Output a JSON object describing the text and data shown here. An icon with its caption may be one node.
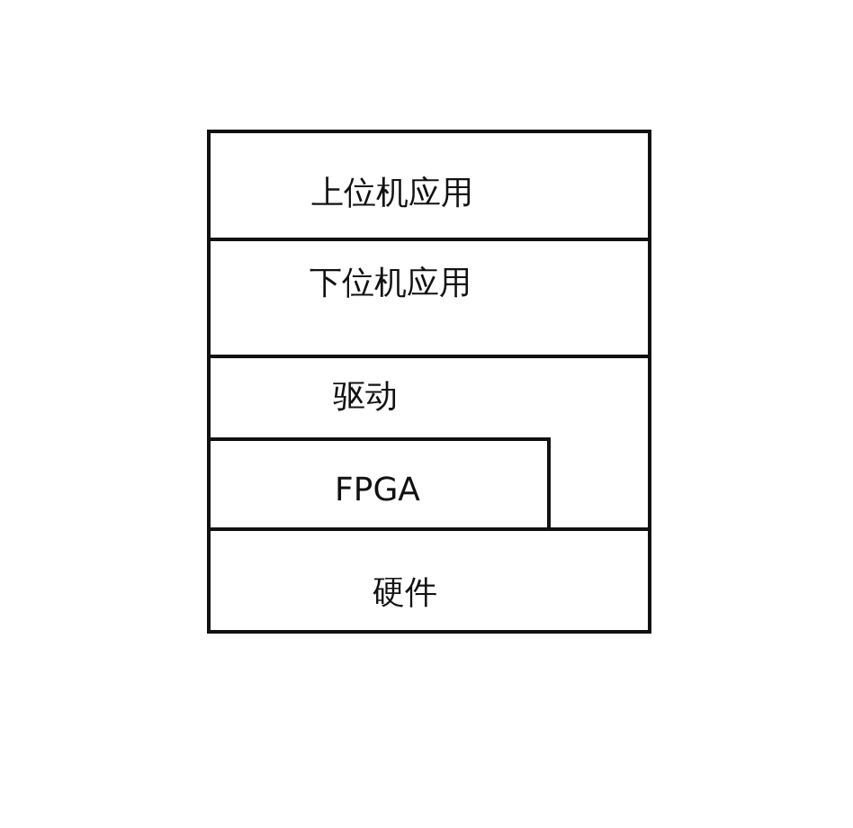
{
  "diagram": {
    "nodes": [
      {
        "text": [
          "上位机应用"
        ]
      },
      {
        "text": [
          "下位机应用"
        ]
      },
      {
        "text": [
          "驱动"
        ]
      },
      {
        "text": [
          "FPGA"
        ],
        "in": 2
      },
      {
        "text": [
          "硬件"
        ]
      }
    ]
  }
}
